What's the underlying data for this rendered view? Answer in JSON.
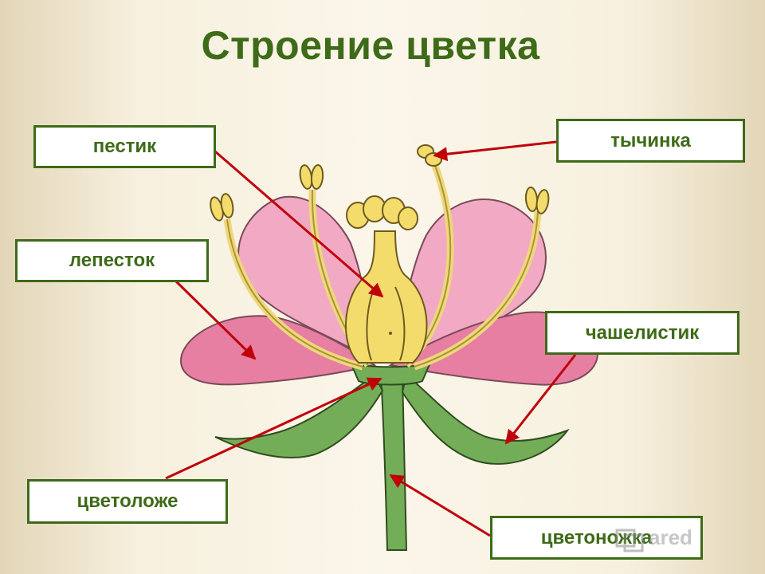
{
  "title": "Строение цветка",
  "labels": {
    "pistil": "пестик",
    "stamen": "тычинка",
    "petal": "лепесток",
    "sepal": "чашелистик",
    "receptacle": "цветоложе",
    "peduncle": "цветоножка"
  },
  "watermark": {
    "text": "ared",
    "icon": "slide-logo-icon"
  },
  "colors": {
    "title_green": "#3d6b18",
    "arrow_red": "#c0000a",
    "petal_pink": "#f1a9c4",
    "petal_dark_pink": "#e77fa3",
    "stem_green": "#74ad58",
    "pistil_yellow": "#f3dc6c"
  }
}
